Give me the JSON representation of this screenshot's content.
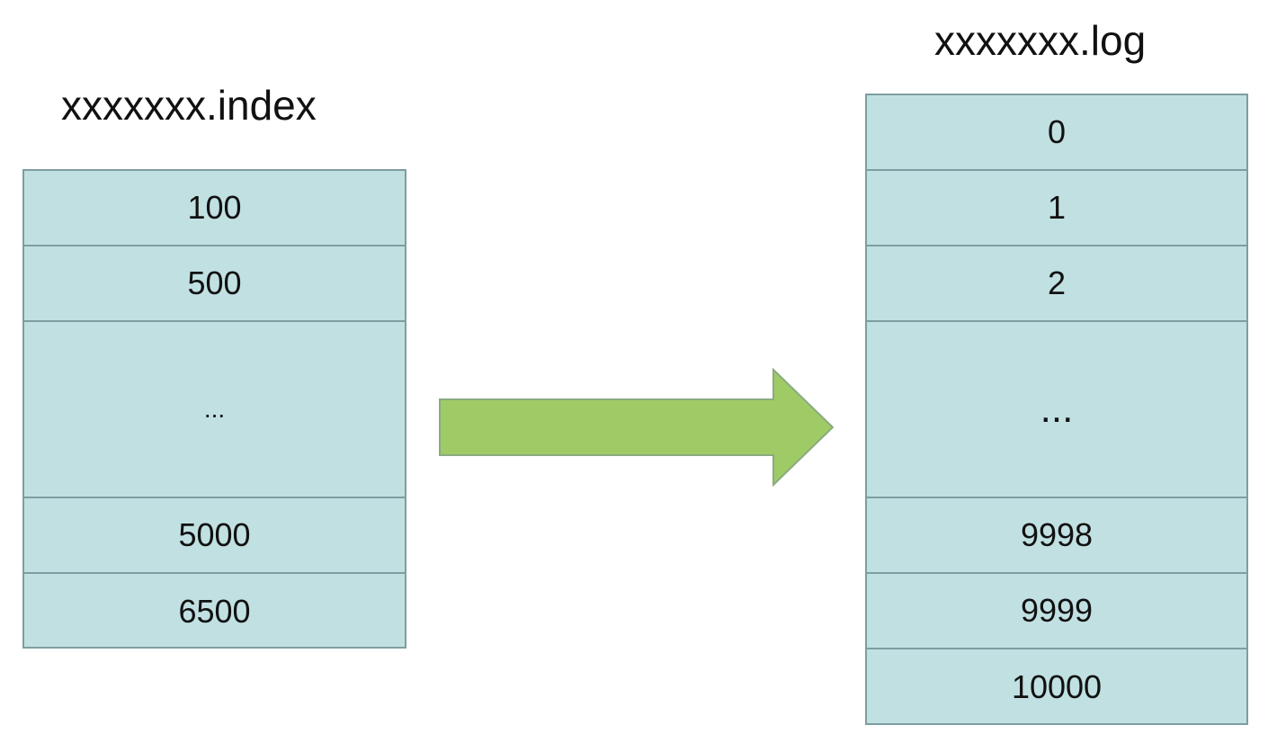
{
  "index_file": {
    "title": "xxxxxxx.index",
    "entries": [
      "100",
      "500",
      "...",
      "5000",
      "6500"
    ]
  },
  "log_file": {
    "title": "xxxxxxx.log",
    "entries": [
      "0",
      "1",
      "2",
      "...",
      "9998",
      "9999",
      "10000"
    ]
  },
  "colors": {
    "cell_fill": "#c1e0e2",
    "cell_border": "#7d9ea1",
    "arrow_fill": "#9fcb66",
    "arrow_border": "#8aaa80"
  }
}
